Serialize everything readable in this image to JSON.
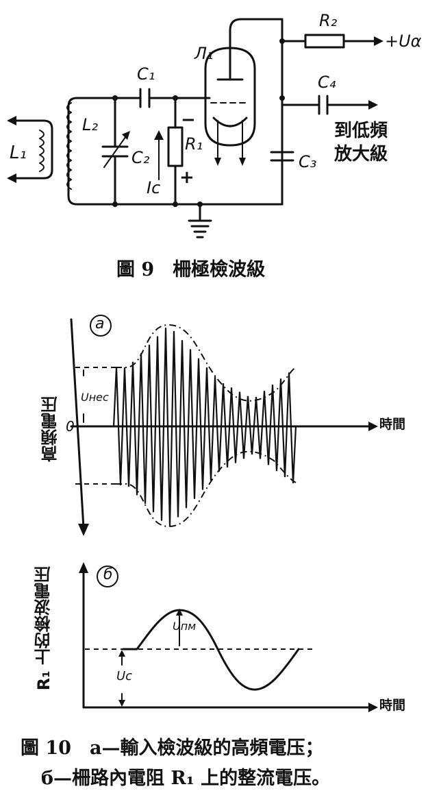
{
  "fig9": {
    "caption": "圖 9　柵極檢波級",
    "labels": {
      "L1": "L₁",
      "L2": "L₂",
      "C1": "C₁",
      "C2": "C₂",
      "C3": "C₃",
      "C4": "C₄",
      "R1": "R₁",
      "R2": "R₂",
      "tube": "Л₁",
      "Ic": "Iс",
      "minus": "−",
      "plus": "+",
      "supply": "+Uα",
      "output_line1": "到低頻",
      "output_line2": "放大級"
    }
  },
  "fig10": {
    "panel_a": {
      "marker": "a",
      "y_axis_label": "高頻電压",
      "x_axis_label": "時間",
      "zero_label": "0",
      "amplitude_label": "Uнес"
    },
    "panel_b": {
      "marker": "б",
      "y_axis_label": "R₁ 上的檢波電压",
      "x_axis_label": "時間",
      "peak_label": "Uпм",
      "offset_label": "Uс"
    },
    "caption_line1": "圖 10　a—輸入檢波級的高頻電压；",
    "caption_line2": "б—柵路內電阻 R₁ 上的整流電压。"
  }
}
